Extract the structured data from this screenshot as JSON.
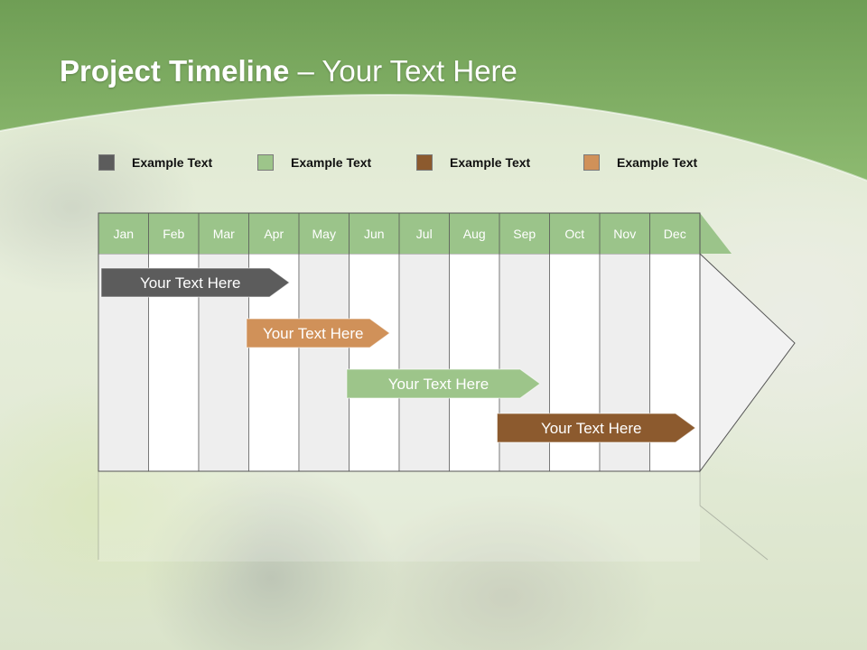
{
  "slide": {
    "title_bold": "Project Timeline",
    "title_rest": " – Your Text Here"
  },
  "colors": {
    "header_green": "#7fac62",
    "month_header_green": "#9bc48a",
    "dark_gray": "#5c5c5c",
    "light_green": "#9dc58a",
    "dark_brown": "#8c5a2e",
    "tan": "#d09159",
    "column_shade": "#eeeeee",
    "column_light": "#ffffff"
  },
  "legend": [
    {
      "label": "Example Text",
      "color": "#5c5c5c"
    },
    {
      "label": "Example Text",
      "color": "#9dc58a"
    },
    {
      "label": "Example Text",
      "color": "#8c5a2e"
    },
    {
      "label": "Example Text",
      "color": "#d09159"
    }
  ],
  "months": [
    "Jan",
    "Feb",
    "Mar",
    "Apr",
    "May",
    "Jun",
    "Jul",
    "Aug",
    "Sep",
    "Oct",
    "Nov",
    "Dec"
  ],
  "tasks": [
    {
      "label": "Your  Text Here",
      "start": 0.0,
      "end": 3.9,
      "color": "#5c5c5c"
    },
    {
      "label": "Your  Text Here",
      "start": 2.9,
      "end": 5.9,
      "color": "#d09159"
    },
    {
      "label": "Your  Text Here",
      "start": 4.9,
      "end": 8.9,
      "color": "#9dc58a"
    },
    {
      "label": "Your  Text Here",
      "start": 7.9,
      "end": 12.0,
      "color": "#8c5a2e"
    }
  ]
}
